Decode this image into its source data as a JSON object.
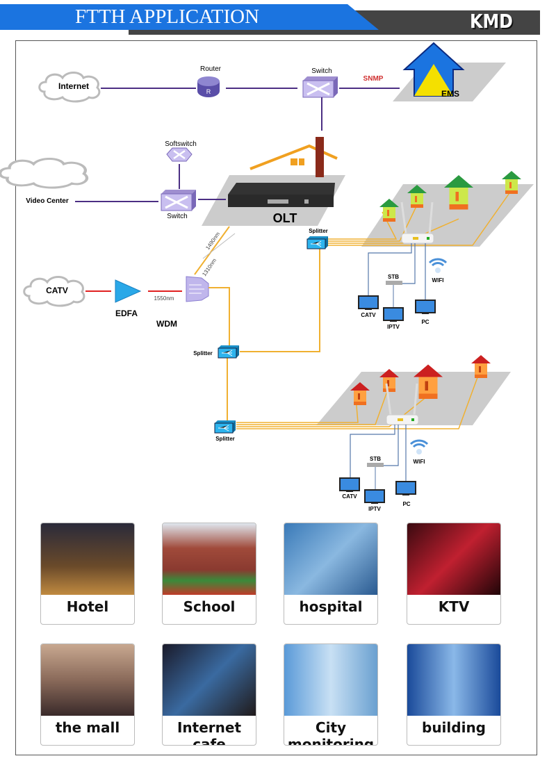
{
  "header": {
    "title": "FTTH APPLICATION",
    "brand": "KMD"
  },
  "diagram": {
    "internet": "Internet",
    "router": "Router",
    "switch_top": "Switch",
    "snmp": "SNMP",
    "ems": "EMS",
    "softswitch": "Softswitch",
    "video_center": "Video Center",
    "switch_mid": "Switch",
    "olt": "OLT",
    "catv_source": "CATV",
    "edfa": "EDFA",
    "wdm": "WDM",
    "nm1550": "1550nm",
    "nm1490": "1490nm",
    "nm1310": "1310nm",
    "splitter": "Splitter",
    "home1": {
      "stb": "STB",
      "wifi": "WIFI",
      "catv": "CATV",
      "iptv": "IPTV",
      "pc": "PC"
    },
    "home2": {
      "stb": "STB",
      "wifi": "WIFI",
      "catv": "CATV",
      "iptv": "IPTV",
      "pc": "PC"
    },
    "colors": {
      "data_link": "#4b2e83",
      "fiber": "#f0b030",
      "rf": "#e02020",
      "lan": "#5577aa",
      "accent": "#1b74e0"
    }
  },
  "applications": [
    {
      "label": "Hotel",
      "icon": "hotel-photo"
    },
    {
      "label": "School",
      "icon": "school-photo"
    },
    {
      "label": "hospital",
      "icon": "hospital-photo"
    },
    {
      "label": "KTV",
      "icon": "ktv-photo"
    },
    {
      "label": "the mall",
      "icon": "mall-photo"
    },
    {
      "label": "Internet cafe",
      "icon": "internet-cafe-photo"
    },
    {
      "label": "City monitoring",
      "icon": "city-monitoring-photo"
    },
    {
      "label": "building",
      "icon": "building-photo"
    }
  ]
}
